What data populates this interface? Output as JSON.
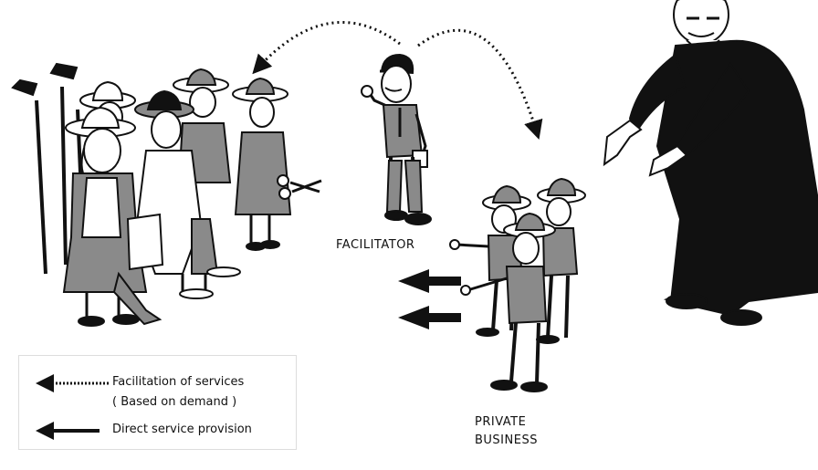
{
  "labels": {
    "facilitator": "FACILITATOR",
    "private_line1": "PRIVATE",
    "private_line2": "BUSINESS"
  },
  "legend": {
    "items": [
      {
        "text": "Facilitation of services",
        "subtext": "( Based on demand )",
        "style": "dotted-arrow"
      },
      {
        "text": "Direct service provision",
        "style": "solid-arrow"
      }
    ]
  },
  "colors": {
    "ink": "#111111",
    "skin": "#ffffff",
    "shade": "#8a8a8a",
    "suit": "#111111",
    "background": "#ffffff"
  }
}
